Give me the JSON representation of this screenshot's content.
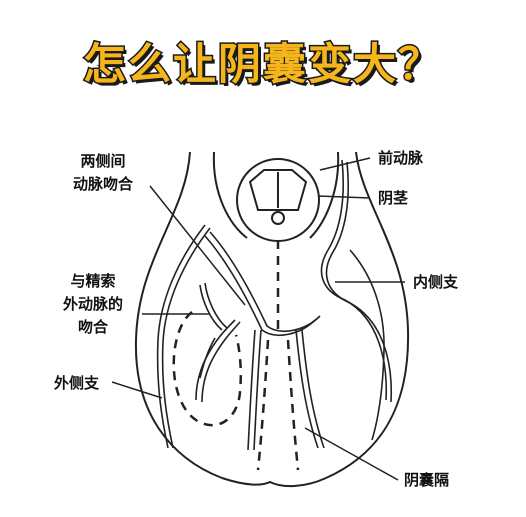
{
  "title": "怎么让阴囊变大？",
  "labels": {
    "anastomosis_bilateral_line1": "两侧间",
    "anastomosis_bilateral_line2": "动脉吻合",
    "anterior_artery": "前动脉",
    "penis": "阴茎",
    "medial_branch": "内侧支",
    "spermatic_anastomosis_line1": "与精索",
    "spermatic_anastomosis_line2": "外动脉的",
    "spermatic_anastomosis_line3": "吻合",
    "lateral_branch": "外侧支",
    "scrotal_septum": "阴囊隔"
  }
}
